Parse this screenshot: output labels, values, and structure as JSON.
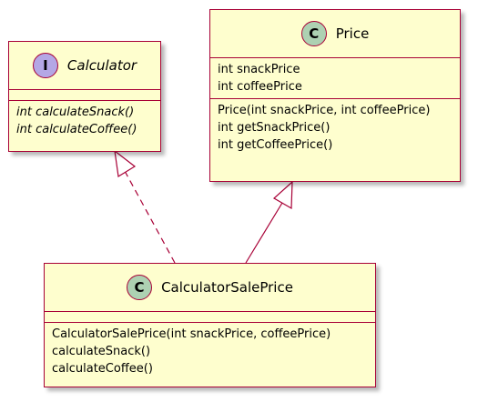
{
  "colors": {
    "box_fill": "#fefece",
    "box_border": "#a80036",
    "interface_badge": "#b4a7e5",
    "class_badge": "#add1b2",
    "connector": "#a80036"
  },
  "classes": {
    "calculator": {
      "badge": "I",
      "name": "Calculator",
      "attributes": [],
      "methods": [
        "int calculateSnack()",
        "int calculateCoffee()"
      ]
    },
    "price": {
      "badge": "C",
      "name": "Price",
      "attributes": [
        "int snackPrice",
        "int coffeePrice"
      ],
      "methods": [
        "Price(int snackPrice, int coffeePrice)",
        "int getSnackPrice()",
        "int getCoffeePrice()"
      ]
    },
    "calculator_sale_price": {
      "badge": "C",
      "name": "CalculatorSalePrice",
      "attributes": [],
      "methods": [
        "CalculatorSalePrice(int snackPrice, coffeePrice)",
        "calculateSnack()",
        "calculateCoffee()"
      ]
    }
  },
  "relations": [
    {
      "from": "CalculatorSalePrice",
      "to": "Calculator",
      "type": "realization"
    },
    {
      "from": "CalculatorSalePrice",
      "to": "Price",
      "type": "generalization"
    }
  ]
}
